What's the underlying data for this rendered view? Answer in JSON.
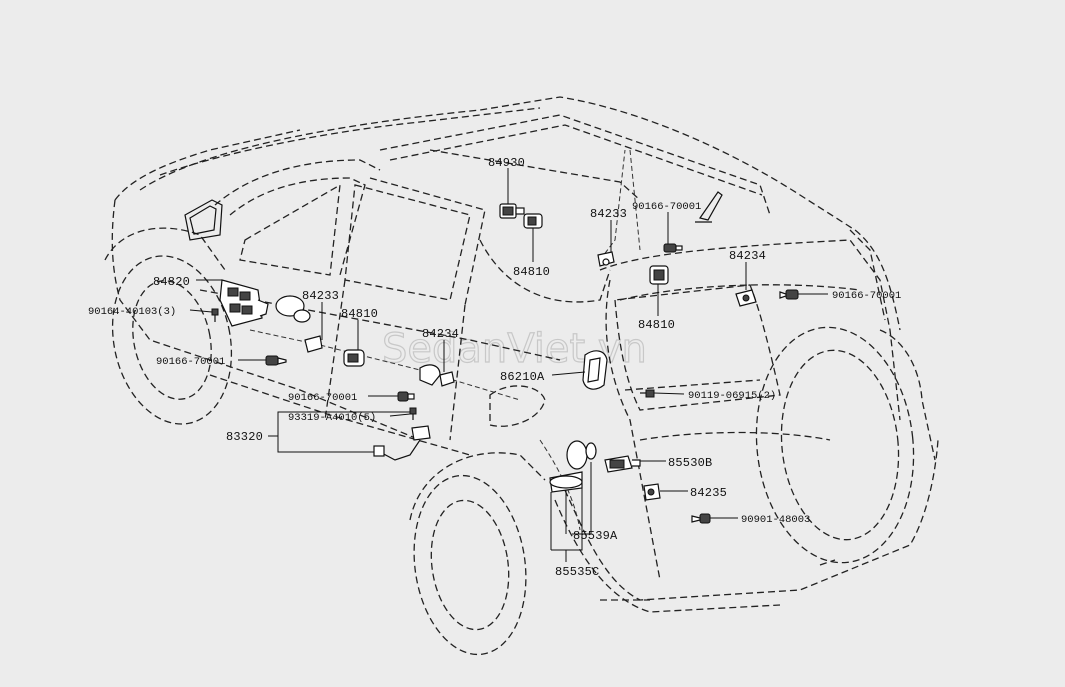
{
  "watermark": "SedanViet.vn",
  "labels": {
    "l84930": "84930",
    "l84233a": "84233",
    "l90166a": "90166-70001",
    "l84810a": "84810",
    "l84234a": "84234",
    "l90166b": "90166-70001",
    "l84810b": "84810",
    "l84820": "84820",
    "l90164": "90164-40103(3)",
    "l84233b": "84233",
    "l84810c": "84810",
    "l84234b": "84234",
    "l90166c": "90166-70001",
    "l86210a": "86210A",
    "l90119": "90119-06915(2)",
    "l90166d": "90166-70001",
    "l93319": "93319-A4010(5)",
    "l83320": "83320",
    "l85530b": "85530B",
    "l84235": "84235",
    "l90901": "90901-48003",
    "l85539a": "85539A",
    "l85535c": "85535C"
  }
}
